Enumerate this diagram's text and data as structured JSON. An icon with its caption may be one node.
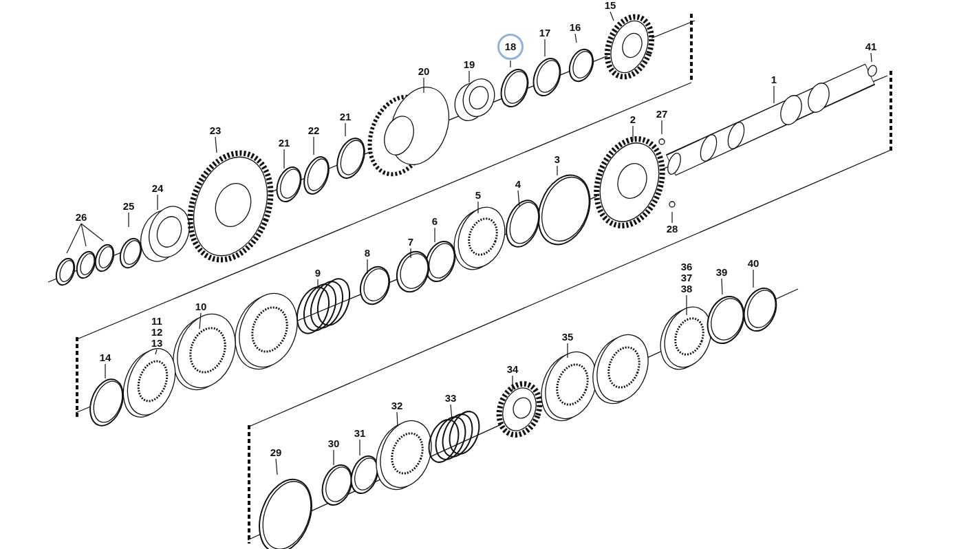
{
  "diagram": {
    "nodes": [
      {
        "text": [
          "15"
        ]
      },
      {
        "text": [
          "18"
        ]
      },
      {
        "text": [
          "17"
        ]
      },
      {
        "text": [
          "16"
        ]
      },
      {
        "text": [
          "41"
        ]
      },
      {
        "text": [
          "20"
        ]
      },
      {
        "text": [
          "19"
        ]
      },
      {
        "text": [
          "1"
        ]
      },
      {
        "text": [
          "27"
        ]
      },
      {
        "text": [
          "21"
        ]
      },
      {
        "text": [
          "22"
        ]
      },
      {
        "text": [
          "21"
        ]
      },
      {
        "text": [
          "23"
        ]
      },
      {
        "text": [
          "2"
        ]
      },
      {
        "text": [
          "3"
        ]
      },
      {
        "text": [
          "24"
        ]
      },
      {
        "text": [
          "25"
        ]
      },
      {
        "text": [
          "26"
        ]
      },
      {
        "text": [
          "4"
        ]
      },
      {
        "text": [
          "5"
        ]
      },
      {
        "text": [
          "6"
        ]
      },
      {
        "text": [
          "7"
        ]
      },
      {
        "text": [
          "8"
        ]
      },
      {
        "text": [
          "28"
        ]
      },
      {
        "text": [
          "36",
          "37",
          "38"
        ]
      },
      {
        "text": [
          "39"
        ]
      },
      {
        "text": [
          "40"
        ]
      },
      {
        "text": [
          "9"
        ]
      },
      {
        "text": [
          "10"
        ]
      },
      {
        "text": [
          "11",
          "12",
          "13"
        ]
      },
      {
        "text": [
          "35"
        ]
      },
      {
        "text": [
          "14"
        ]
      },
      {
        "text": [
          "34"
        ]
      },
      {
        "text": [
          "33"
        ]
      },
      {
        "text": [
          "32"
        ]
      },
      {
        "text": [
          "31"
        ]
      },
      {
        "text": [
          "30"
        ]
      },
      {
        "text": [
          "29"
        ]
      }
    ],
    "edges": [
      {
        "from": 0,
        "to": null,
        "arrow": "none"
      },
      {
        "from": 1,
        "to": null,
        "arrow": "none"
      },
      {
        "from": 2,
        "to": null,
        "arrow": "none"
      },
      {
        "from": 3,
        "to": null,
        "arrow": "none"
      },
      {
        "from": 4,
        "to": null,
        "arrow": "none"
      },
      {
        "from": 5,
        "to": null,
        "arrow": "none"
      },
      {
        "from": 6,
        "to": null,
        "arrow": "none"
      },
      {
        "from": 7,
        "to": null,
        "arrow": "none"
      },
      {
        "from": 8,
        "to": null,
        "arrow": "none"
      },
      {
        "from": 9,
        "to": null,
        "arrow": "none"
      },
      {
        "from": 10,
        "to": null,
        "arrow": "none"
      },
      {
        "from": 11,
        "to": null,
        "arrow": "none"
      },
      {
        "from": 12,
        "to": null,
        "arrow": "none"
      },
      {
        "from": 13,
        "to": null,
        "arrow": "none"
      },
      {
        "from": 14,
        "to": null,
        "arrow": "none"
      },
      {
        "from": 15,
        "to": null,
        "arrow": "none"
      },
      {
        "from": 16,
        "to": null,
        "arrow": "none"
      },
      {
        "from": 17,
        "to": null,
        "arrow": "none"
      },
      {
        "from": 17,
        "to": null,
        "arrow": "none"
      },
      {
        "from": 17,
        "to": null,
        "arrow": "none"
      },
      {
        "from": 18,
        "to": null,
        "arrow": "none"
      },
      {
        "from": 19,
        "to": null,
        "arrow": "none"
      },
      {
        "from": 20,
        "to": null,
        "arrow": "none"
      },
      {
        "from": 21,
        "to": null,
        "arrow": "none"
      },
      {
        "from": 22,
        "to": null,
        "arrow": "none"
      },
      {
        "from": 23,
        "to": null,
        "arrow": "none"
      },
      {
        "from": 24,
        "to": null,
        "arrow": "none"
      },
      {
        "from": 25,
        "to": null,
        "arrow": "none"
      },
      {
        "from": 26,
        "to": null,
        "arrow": "none"
      },
      {
        "from": 27,
        "to": null,
        "arrow": "none"
      },
      {
        "from": 28,
        "to": null,
        "arrow": "none"
      },
      {
        "from": 29,
        "to": null,
        "arrow": "none"
      },
      {
        "from": 30,
        "to": null,
        "arrow": "none"
      },
      {
        "from": 31,
        "to": null,
        "arrow": "none"
      },
      {
        "from": 32,
        "to": null,
        "arrow": "none"
      },
      {
        "from": 33,
        "to": null,
        "arrow": "none"
      },
      {
        "from": 34,
        "to": null,
        "arrow": "none"
      },
      {
        "from": 35,
        "to": null,
        "arrow": "none"
      },
      {
        "from": 36,
        "to": null,
        "arrow": "none"
      },
      {
        "from": 37,
        "to": null,
        "arrow": "none"
      }
    ]
  }
}
